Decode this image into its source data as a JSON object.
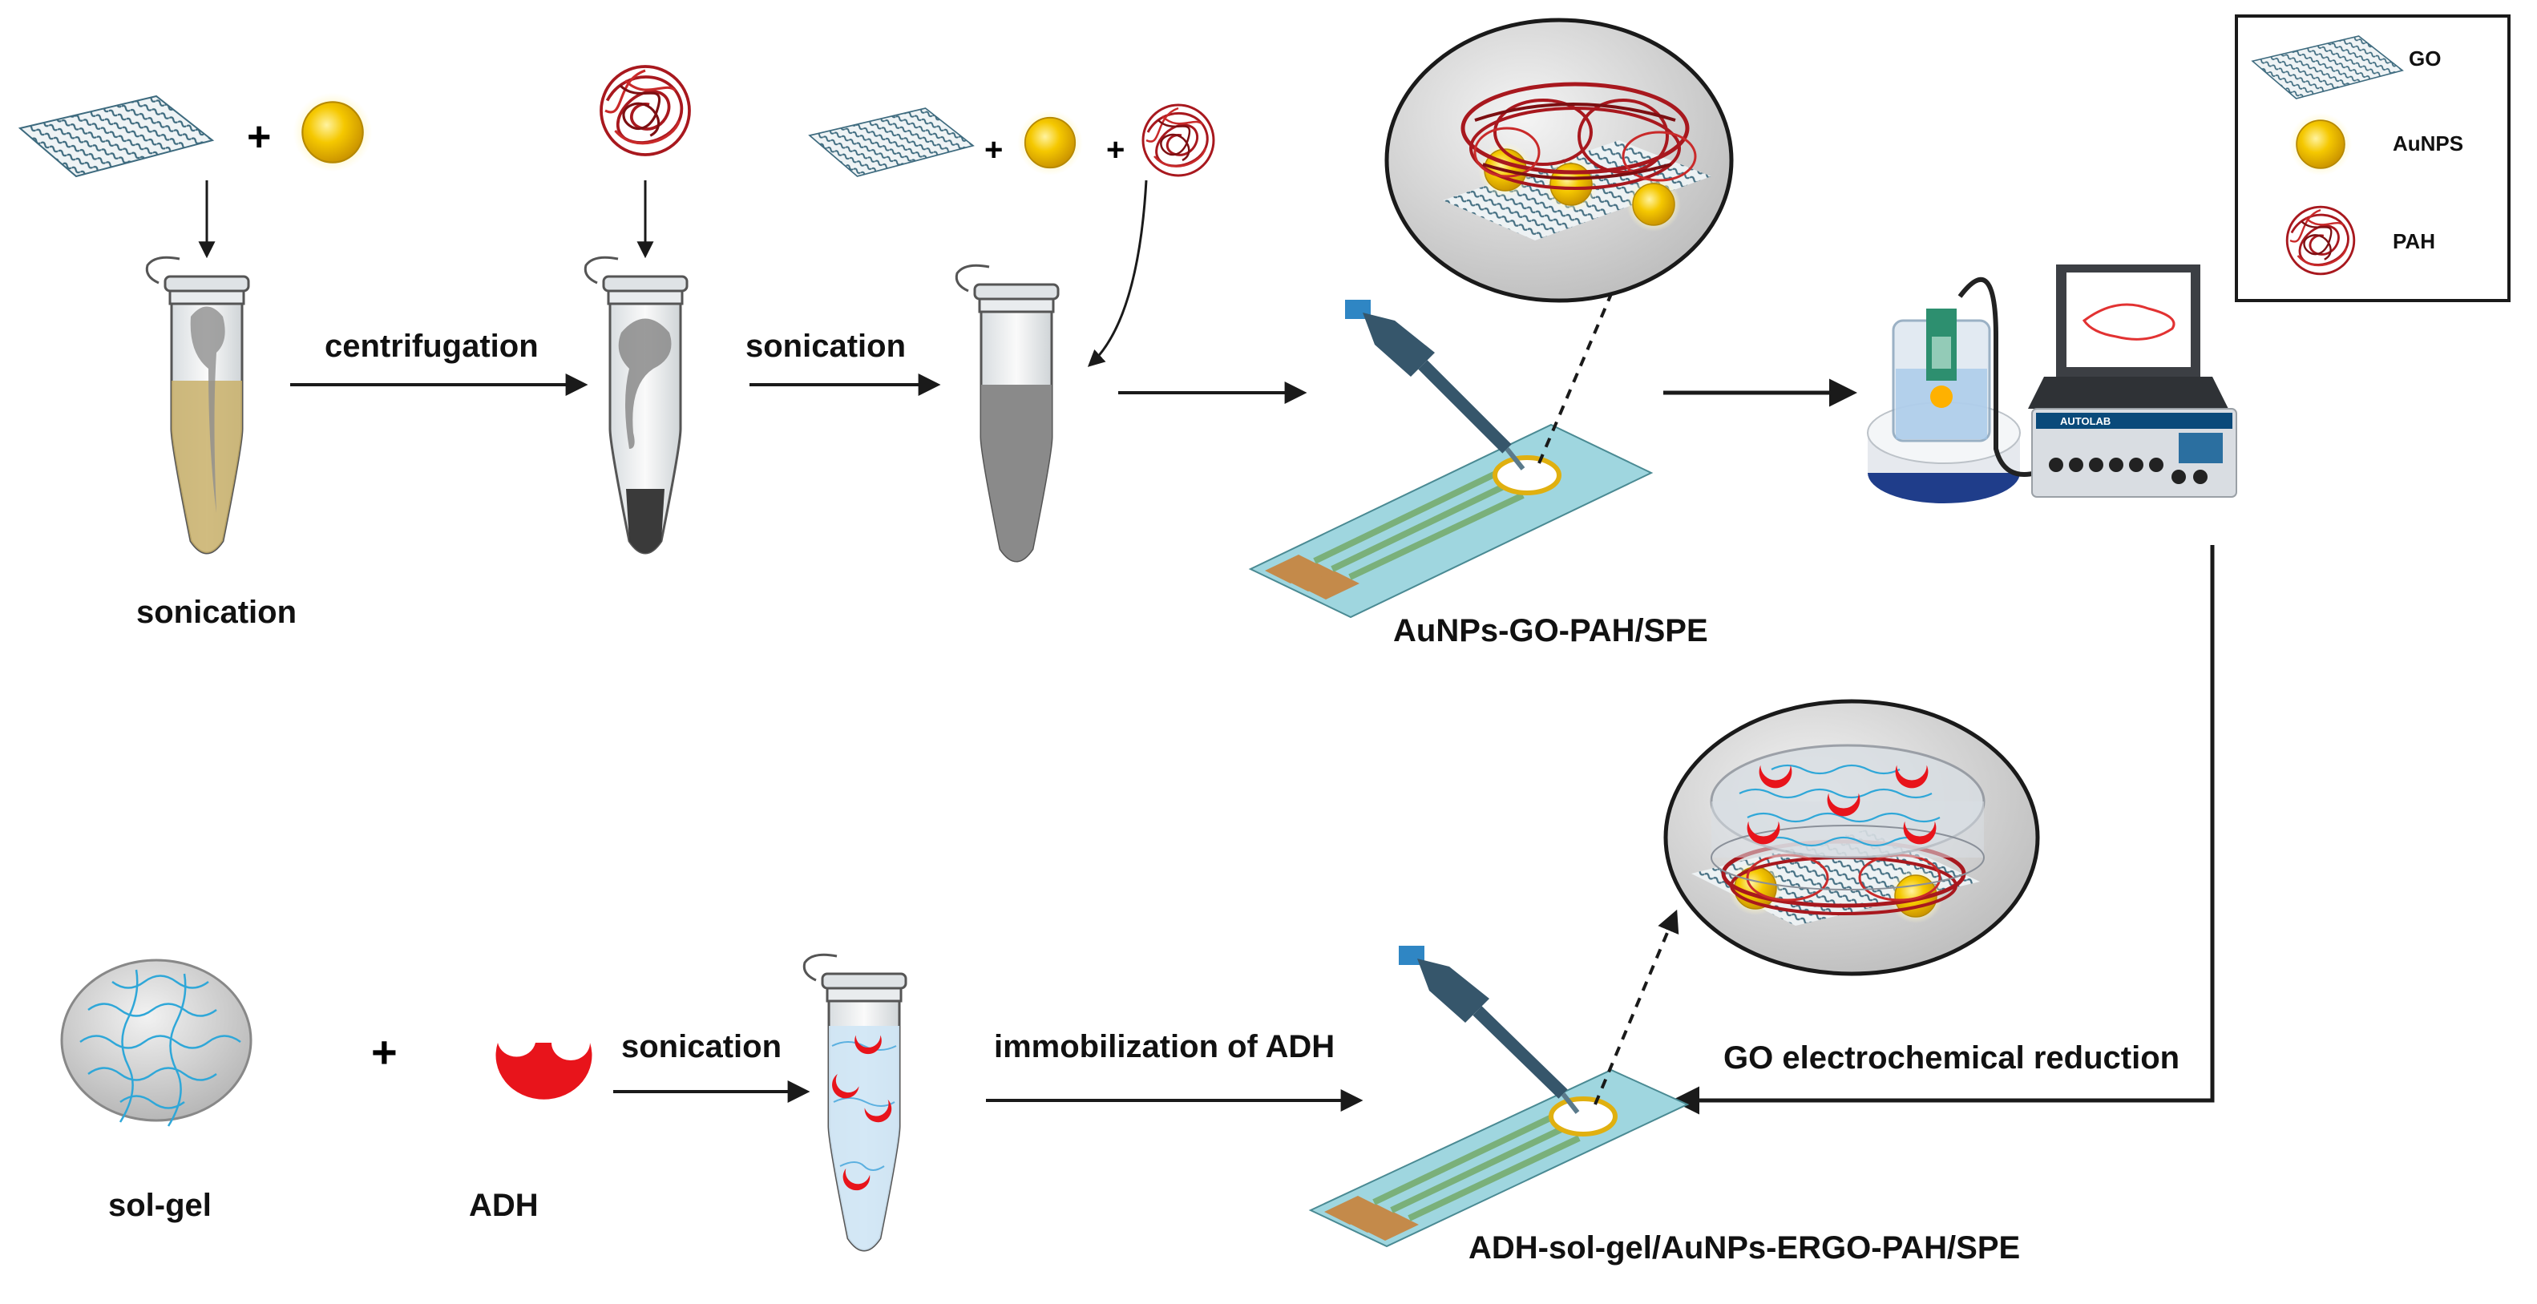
{
  "legend": {
    "items": [
      {
        "label": "GO",
        "icon": "graphene-oxide-sheet-icon"
      },
      {
        "label": "AuNPS",
        "icon": "gold-nanoparticle-icon"
      },
      {
        "label": "PAH",
        "icon": "pah-polymer-coil-icon"
      }
    ]
  },
  "top_row": {
    "step1_label": "sonication",
    "arrow1_label": "centrifugation",
    "arrow2_label": "sonication",
    "electrode_label": "AuNPs-GO-PAH/SPE",
    "plus": "+"
  },
  "bottom_row": {
    "solgel_label": "sol-gel",
    "adh_label": "ADH",
    "arrow1_label": "sonication",
    "arrow2_label": "immobilization of ADH",
    "reduction_label": "GO electrochemical reduction",
    "electrode_label": "ADH-sol-gel/AuNPs-ERGO-PAH/SPE",
    "plus": "+"
  },
  "instrument": {
    "brand_text": "AUTOLAB"
  },
  "colors": {
    "go_sheet": "#3d6a7e",
    "gold": "#f2c200",
    "pah": "#a8181e",
    "adh": "#e8141b",
    "electrode_strip": "#9fd6df",
    "electrode_contact": "#c48a4a",
    "electrode_track": "#7ab07a",
    "arrow": "#1a1a1a"
  }
}
